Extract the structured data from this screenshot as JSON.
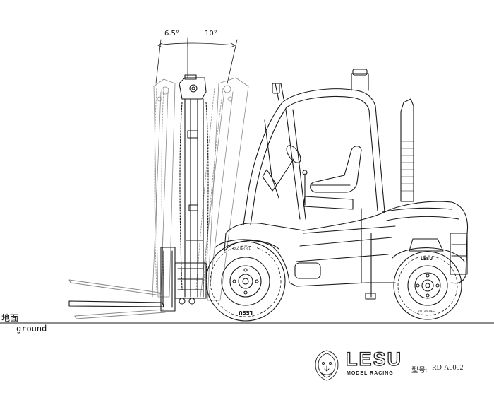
{
  "labels": {
    "ground_cn": "地面",
    "ground_en": "ground",
    "tilt_forward": "6.5°",
    "tilt_backward": "10°"
  },
  "tire_text": {
    "front_upper": "RAZITER R-1",
    "front_lower": "LESU",
    "rear_upper": "LESU",
    "rear_lower": "RD GRADES"
  },
  "brand": {
    "name": "LESU",
    "tagline": "MODEL RACING",
    "model_prefix": "型号:",
    "model_code": "RD-A0002",
    "logo_icon": "lion-head-icon"
  },
  "colors": {
    "line": "#1a1a1a",
    "ghost": "#9a9a9a",
    "background": "#ffffff"
  }
}
